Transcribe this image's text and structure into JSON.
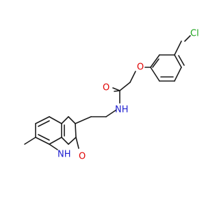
{
  "molecule": {
    "atoms": {
      "chlorine": {
        "symbol": "Cl",
        "color": "#1aa31a"
      },
      "ether_oxygen": {
        "symbol": "O",
        "color": "#e00000"
      },
      "carbonyl_oxygen": {
        "symbol": "O",
        "color": "#e00000"
      },
      "amide_nitrogen": {
        "symbol": "NH",
        "color": "#2020d0"
      },
      "ring_nitrogen": {
        "symbol": "NH",
        "color": "#2020d0"
      },
      "lactam_oxygen": {
        "symbol": "O",
        "color": "#e00000"
      }
    },
    "bond_color": "#1a1a1a"
  }
}
